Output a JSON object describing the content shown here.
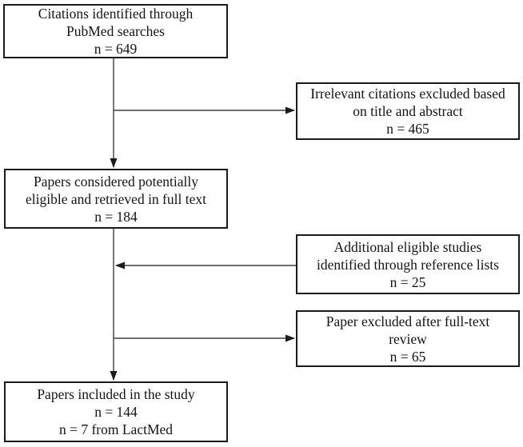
{
  "boxes": {
    "citations_identified": {
      "lines": [
        "Citations identified through",
        "PubMed searches",
        "n = 649"
      ]
    },
    "irrelevant_excluded": {
      "lines": [
        "Irrelevant citations excluded based",
        "on title and abstract",
        "n = 465"
      ]
    },
    "potentially_eligible": {
      "lines": [
        "Papers considered potentially",
        "eligible and retrieved in full text",
        "n = 184"
      ]
    },
    "additional_studies": {
      "lines": [
        "Additional eligible studies",
        "identified through reference lists",
        "n = 25"
      ]
    },
    "fulltext_excluded": {
      "lines": [
        "Paper excluded after full-text",
        "review",
        "n = 65"
      ]
    },
    "included_in_study": {
      "lines": [
        "Papers included in the study",
        "n = 144",
        "n = 7 from LactMed"
      ]
    }
  },
  "colors": {
    "background": "#ffffff",
    "box_border": "#1b1b1b",
    "connector_line": "#404040",
    "arrowhead": "#1b1b1b",
    "text": "#141414"
  }
}
